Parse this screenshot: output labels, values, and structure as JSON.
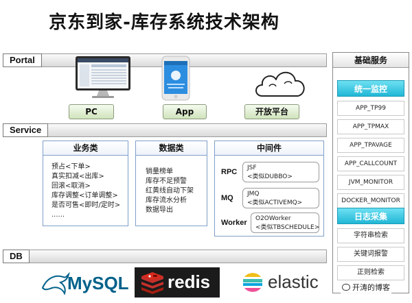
{
  "title": "京东到家-库存系统技术架构",
  "sections": {
    "portal": "Portal",
    "service": "Service",
    "db": "DB"
  },
  "portal": {
    "pc": "PC",
    "app": "App",
    "open": "开放平台"
  },
  "service": {
    "business": {
      "title": "业务类",
      "lines": [
        "预占<下单>",
        "真实扣减<出库>",
        "回滚<取消>",
        "库存调整<订单调整>",
        "是否可售<即时/定时>",
        "......"
      ]
    },
    "data": {
      "title": "数据类",
      "lines": [
        "销量榜单",
        "库存不足预警",
        "红黄线自动下架",
        "库存流水分析",
        "数据导出"
      ]
    },
    "middleware": {
      "title": "中间件",
      "rows": [
        {
          "key": "RPC",
          "name": "JSF",
          "desc": "<类似DUBBO>"
        },
        {
          "key": "MQ",
          "name": "JMQ",
          "desc": "<类似ACTIVEMQ>"
        },
        {
          "key": "Worker",
          "name": "O2OWorker",
          "desc": "<类似TBSCHEDULE>"
        }
      ]
    }
  },
  "db": {
    "mysql": "MySQL",
    "redis": "redis",
    "elastic": "elastic"
  },
  "right_panel": {
    "title": "基础服务",
    "monitor_head": "统一监控",
    "monitor_items": [
      "APP_TP99",
      "APP_TPMAX",
      "APP_TPAVAGE",
      "APP_CALLCOUNT",
      "JVM_MONITOR",
      "DOCKER_MONITOR"
    ],
    "log_head": "日志采集",
    "log_items": [
      "字符串检索",
      "关键词报警",
      "正则检索"
    ]
  },
  "watermark": "开涛的博客",
  "colors": {
    "accent_cyan": "#21b7d6",
    "portal_label": "#cfe3bb",
    "box_border": "#7e9ec8",
    "redis_red": "#d82c20",
    "mysql_blue": "#00618a",
    "mysql_orange": "#e48e00"
  }
}
